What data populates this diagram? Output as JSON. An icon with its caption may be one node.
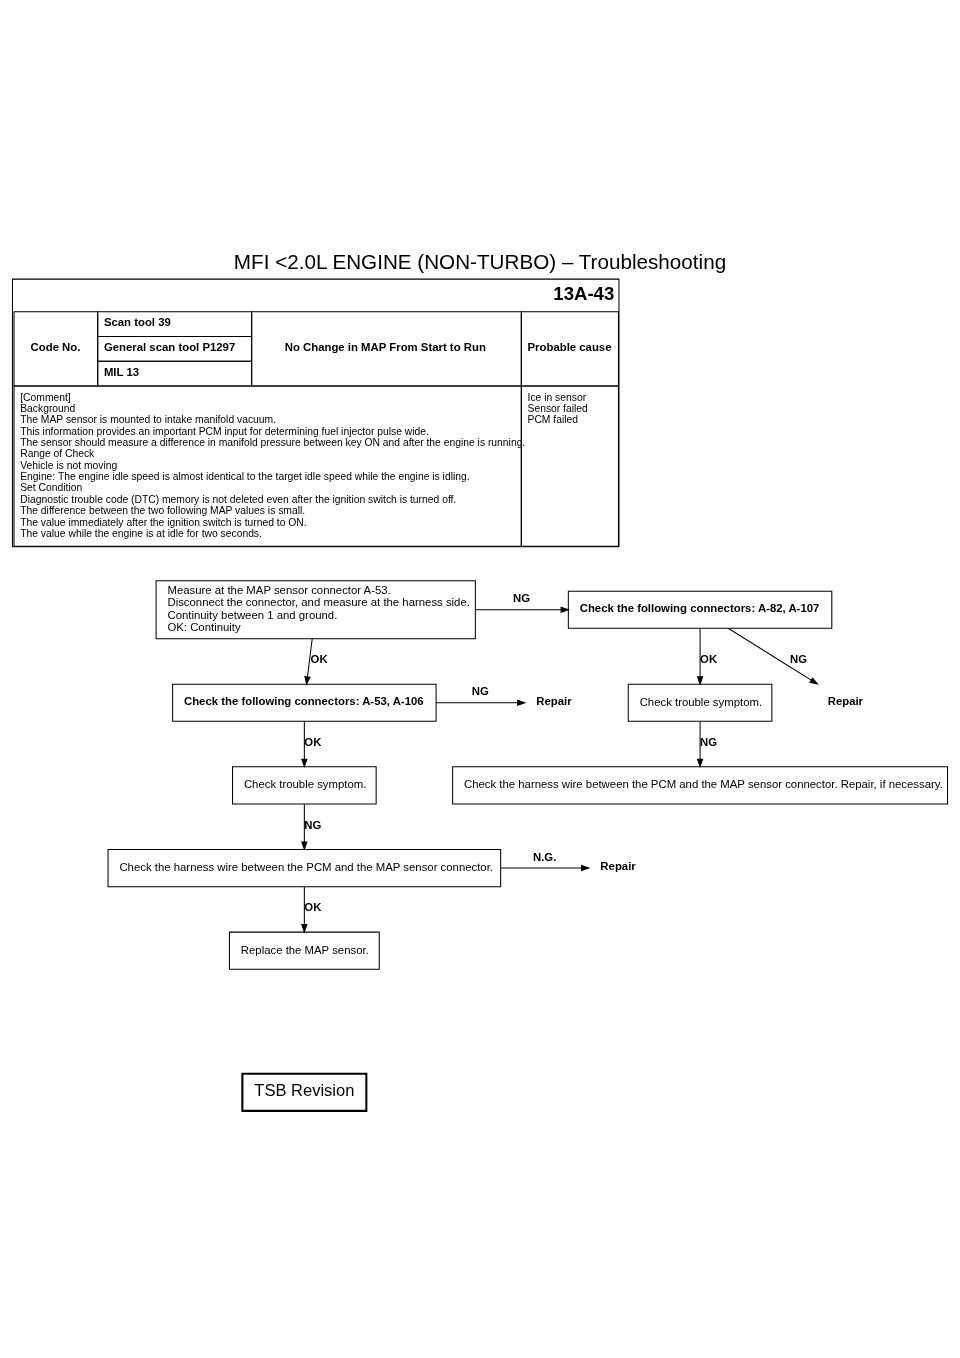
{
  "diagram": {
    "title": "MFI <2.0L ENGINE (NON-TURBO) – Troubleshooting",
    "nodes": [
      {
        "text": [
          "Measure at the MAP sensor connector A-53.",
          "Disconnect the connector, and measure at the harness side.",
          "Continuity between 1 and ground.",
          "OK: Continuity"
        ]
      },
      {
        "text": [
          "Check the following connectors: A-82, A-107"
        ]
      },
      {
        "text": [
          "Check trouble symptom."
        ]
      },
      {
        "text": [
          "Repair"
        ]
      },
      {
        "text": [
          "Check the harness wire between the PCM and the MAP sensor connector. Repair, if necessary."
        ]
      },
      {
        "text": [
          "Check the following connectors: A-53, A-106"
        ]
      },
      {
        "text": [
          "Repair"
        ]
      },
      {
        "text": [
          "Check trouble symptom."
        ]
      },
      {
        "text": [
          "Check the harness wire between the PCM and the MAP sensor connector."
        ]
      },
      {
        "text": [
          "Repair"
        ]
      },
      {
        "text": [
          "Replace the MAP sensor."
        ]
      }
    ],
    "edges": [
      {
        "from": 0,
        "to": 1,
        "arrow": "to",
        "label": "NG"
      },
      {
        "from": 1,
        "to": 2,
        "arrow": "to",
        "label": "OK"
      },
      {
        "from": 1,
        "to": 3,
        "arrow": "to",
        "label": "NG"
      },
      {
        "from": 2,
        "to": 4,
        "arrow": "to",
        "label": "NG"
      },
      {
        "from": 0,
        "to": 5,
        "arrow": "to",
        "label": "OK"
      },
      {
        "from": 5,
        "to": 6,
        "arrow": "to",
        "label": "NG"
      },
      {
        "from": 5,
        "to": 7,
        "arrow": "to",
        "label": "OK"
      },
      {
        "from": 7,
        "to": 8,
        "arrow": "to",
        "label": "NG"
      },
      {
        "from": 8,
        "to": 9,
        "arrow": "to",
        "label": "N.G."
      },
      {
        "from": 8,
        "to": 10,
        "arrow": "to",
        "label": "OK"
      }
    ],
    "labels": [
      "13A-43",
      "Code No.",
      "Scan tool 39",
      "General scan tool P1297",
      "MIL 13",
      "No Change in MAP From Start to Run",
      "Probable cause",
      "[Comment]",
      "Background",
      "The MAP sensor is mounted to intake manifold vacuum.",
      "This information provides an important PCM input for determining fuel injector pulse wide.",
      "The sensor should measure a difference in manifold pressure between key ON and after the engine is running.",
      "Range of Check",
      "Vehicle is not moving",
      "Engine: The engine idle speed is almost identical to the target idle speed while the engine is idling.",
      "Set Condition",
      "Diagnostic trouble code (DTC) memory is not deleted even after the ignition switch is turned off.",
      "The difference between the two following MAP values is small.",
      "The value immediately after the ignition switch is turned to ON.",
      "The value while the engine is at idle for two seconds.",
      "Ice in sensor",
      "Sensor failed",
      "PCM failed",
      "TSB Revision"
    ]
  }
}
